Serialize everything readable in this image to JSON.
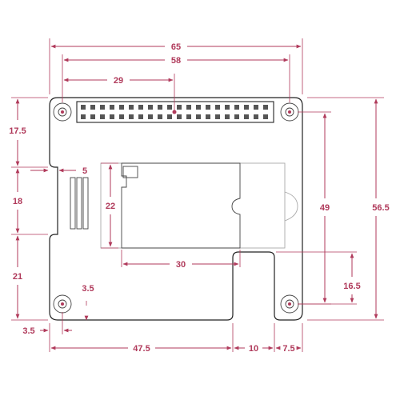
{
  "dimensions": {
    "overall_width": "65",
    "header_width": "58",
    "header_pin_offset": "29",
    "overall_height": "56.5",
    "mount_vertical": "49",
    "left_top": "17.5",
    "left_mid": "18",
    "left_bottom": "21",
    "slot_depth": "5",
    "hole_offset_y": "3.5",
    "hole_offset_x": "3.5",
    "ssd_height": "22",
    "ssd_width": "30",
    "notch_height": "16.5",
    "bottom_a": "47.5",
    "bottom_b": "10",
    "bottom_c": "7.5"
  },
  "colors": {
    "dimension": "#b03a5b",
    "outline": "#222222"
  }
}
